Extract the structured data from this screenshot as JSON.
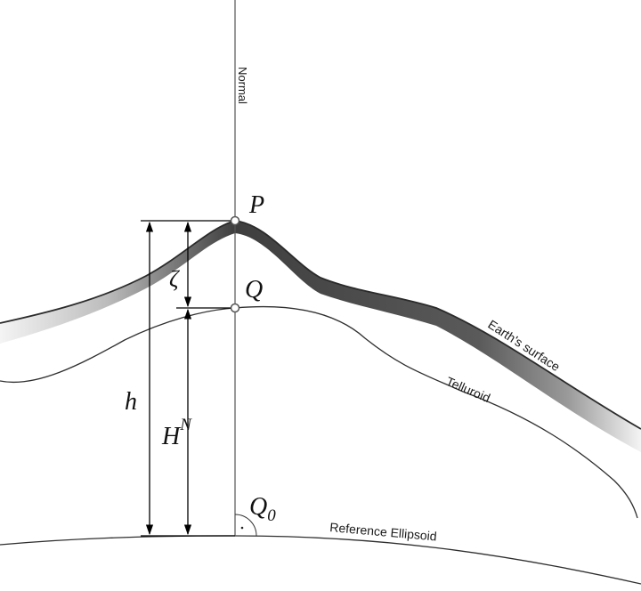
{
  "labels": {
    "normal": "Normal",
    "point_p": "P",
    "point_q": "Q",
    "point_q0_base": "Q",
    "point_q0_sub": "0",
    "zeta": "ζ",
    "h": "h",
    "hn_base": "H",
    "hn_sup": "N",
    "earth_surface": "Earth's surface",
    "telluroid": "Telluroid",
    "reference_ellipsoid": "Reference Ellipsoid"
  },
  "colors": {
    "line": "#3a3a3a",
    "surface_dark": "#3c3c3c",
    "surface_light": "#f2f2f2",
    "arrow": "#000000",
    "point_fill": "#ffffff",
    "point_stroke": "#555555"
  }
}
